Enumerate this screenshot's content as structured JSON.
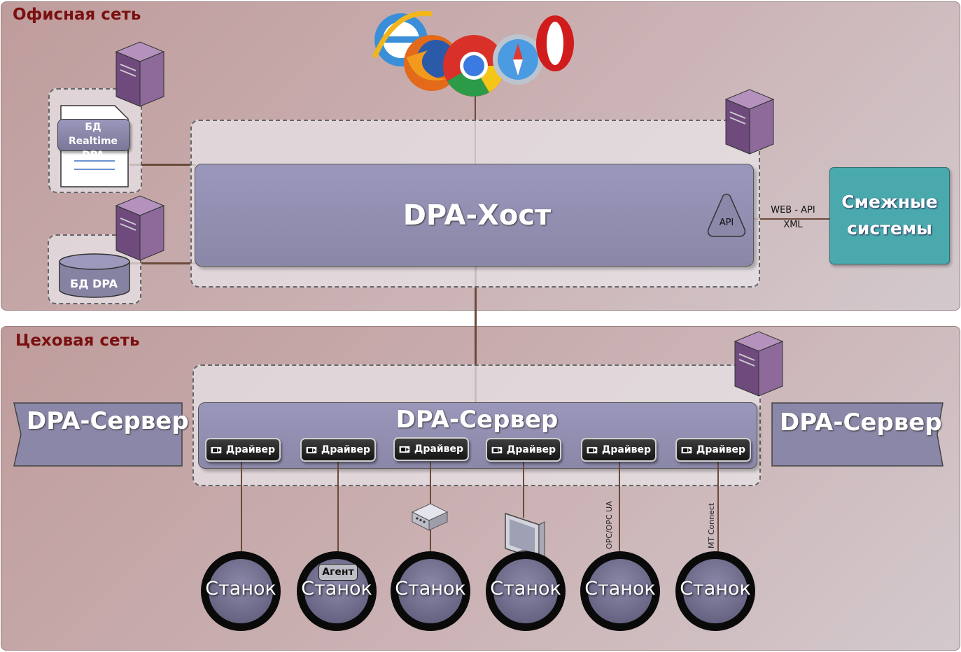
{
  "office_zone": {
    "title": "Офисная сеть"
  },
  "shop_zone": {
    "title": "Цеховая сеть"
  },
  "browsers": [
    "internet-explorer",
    "firefox",
    "chrome",
    "safari",
    "opera"
  ],
  "realtime_db": {
    "label": "БД Realtime DPA"
  },
  "db": {
    "label": "БД DPA"
  },
  "host": {
    "title": "DPA-Хост",
    "api_label": "API"
  },
  "api_link": {
    "line1": "WEB - API",
    "line2": "XML"
  },
  "external": {
    "line1": "Смежные",
    "line2": "системы"
  },
  "server_main": {
    "title": "DPA-Сервер"
  },
  "server_left": {
    "title": "DPA-Сервер"
  },
  "server_right": {
    "title": "DPA-Сервер"
  },
  "drivers": [
    "Драйвер",
    "Драйвер",
    "Драйвер",
    "Драйвер",
    "Драйвер",
    "Драйвер"
  ],
  "machines": [
    "Станок",
    "Станок",
    "Станок",
    "Станок",
    "Станок",
    "Станок"
  ],
  "agent_label": "Агент",
  "protocols": {
    "opc": "OPC/OPC UA",
    "mtconnect": "MT Connect"
  },
  "colors": {
    "zone_title": "#7a1010",
    "host_fill": "#8a87a8",
    "external_fill": "#4aa9ad"
  }
}
